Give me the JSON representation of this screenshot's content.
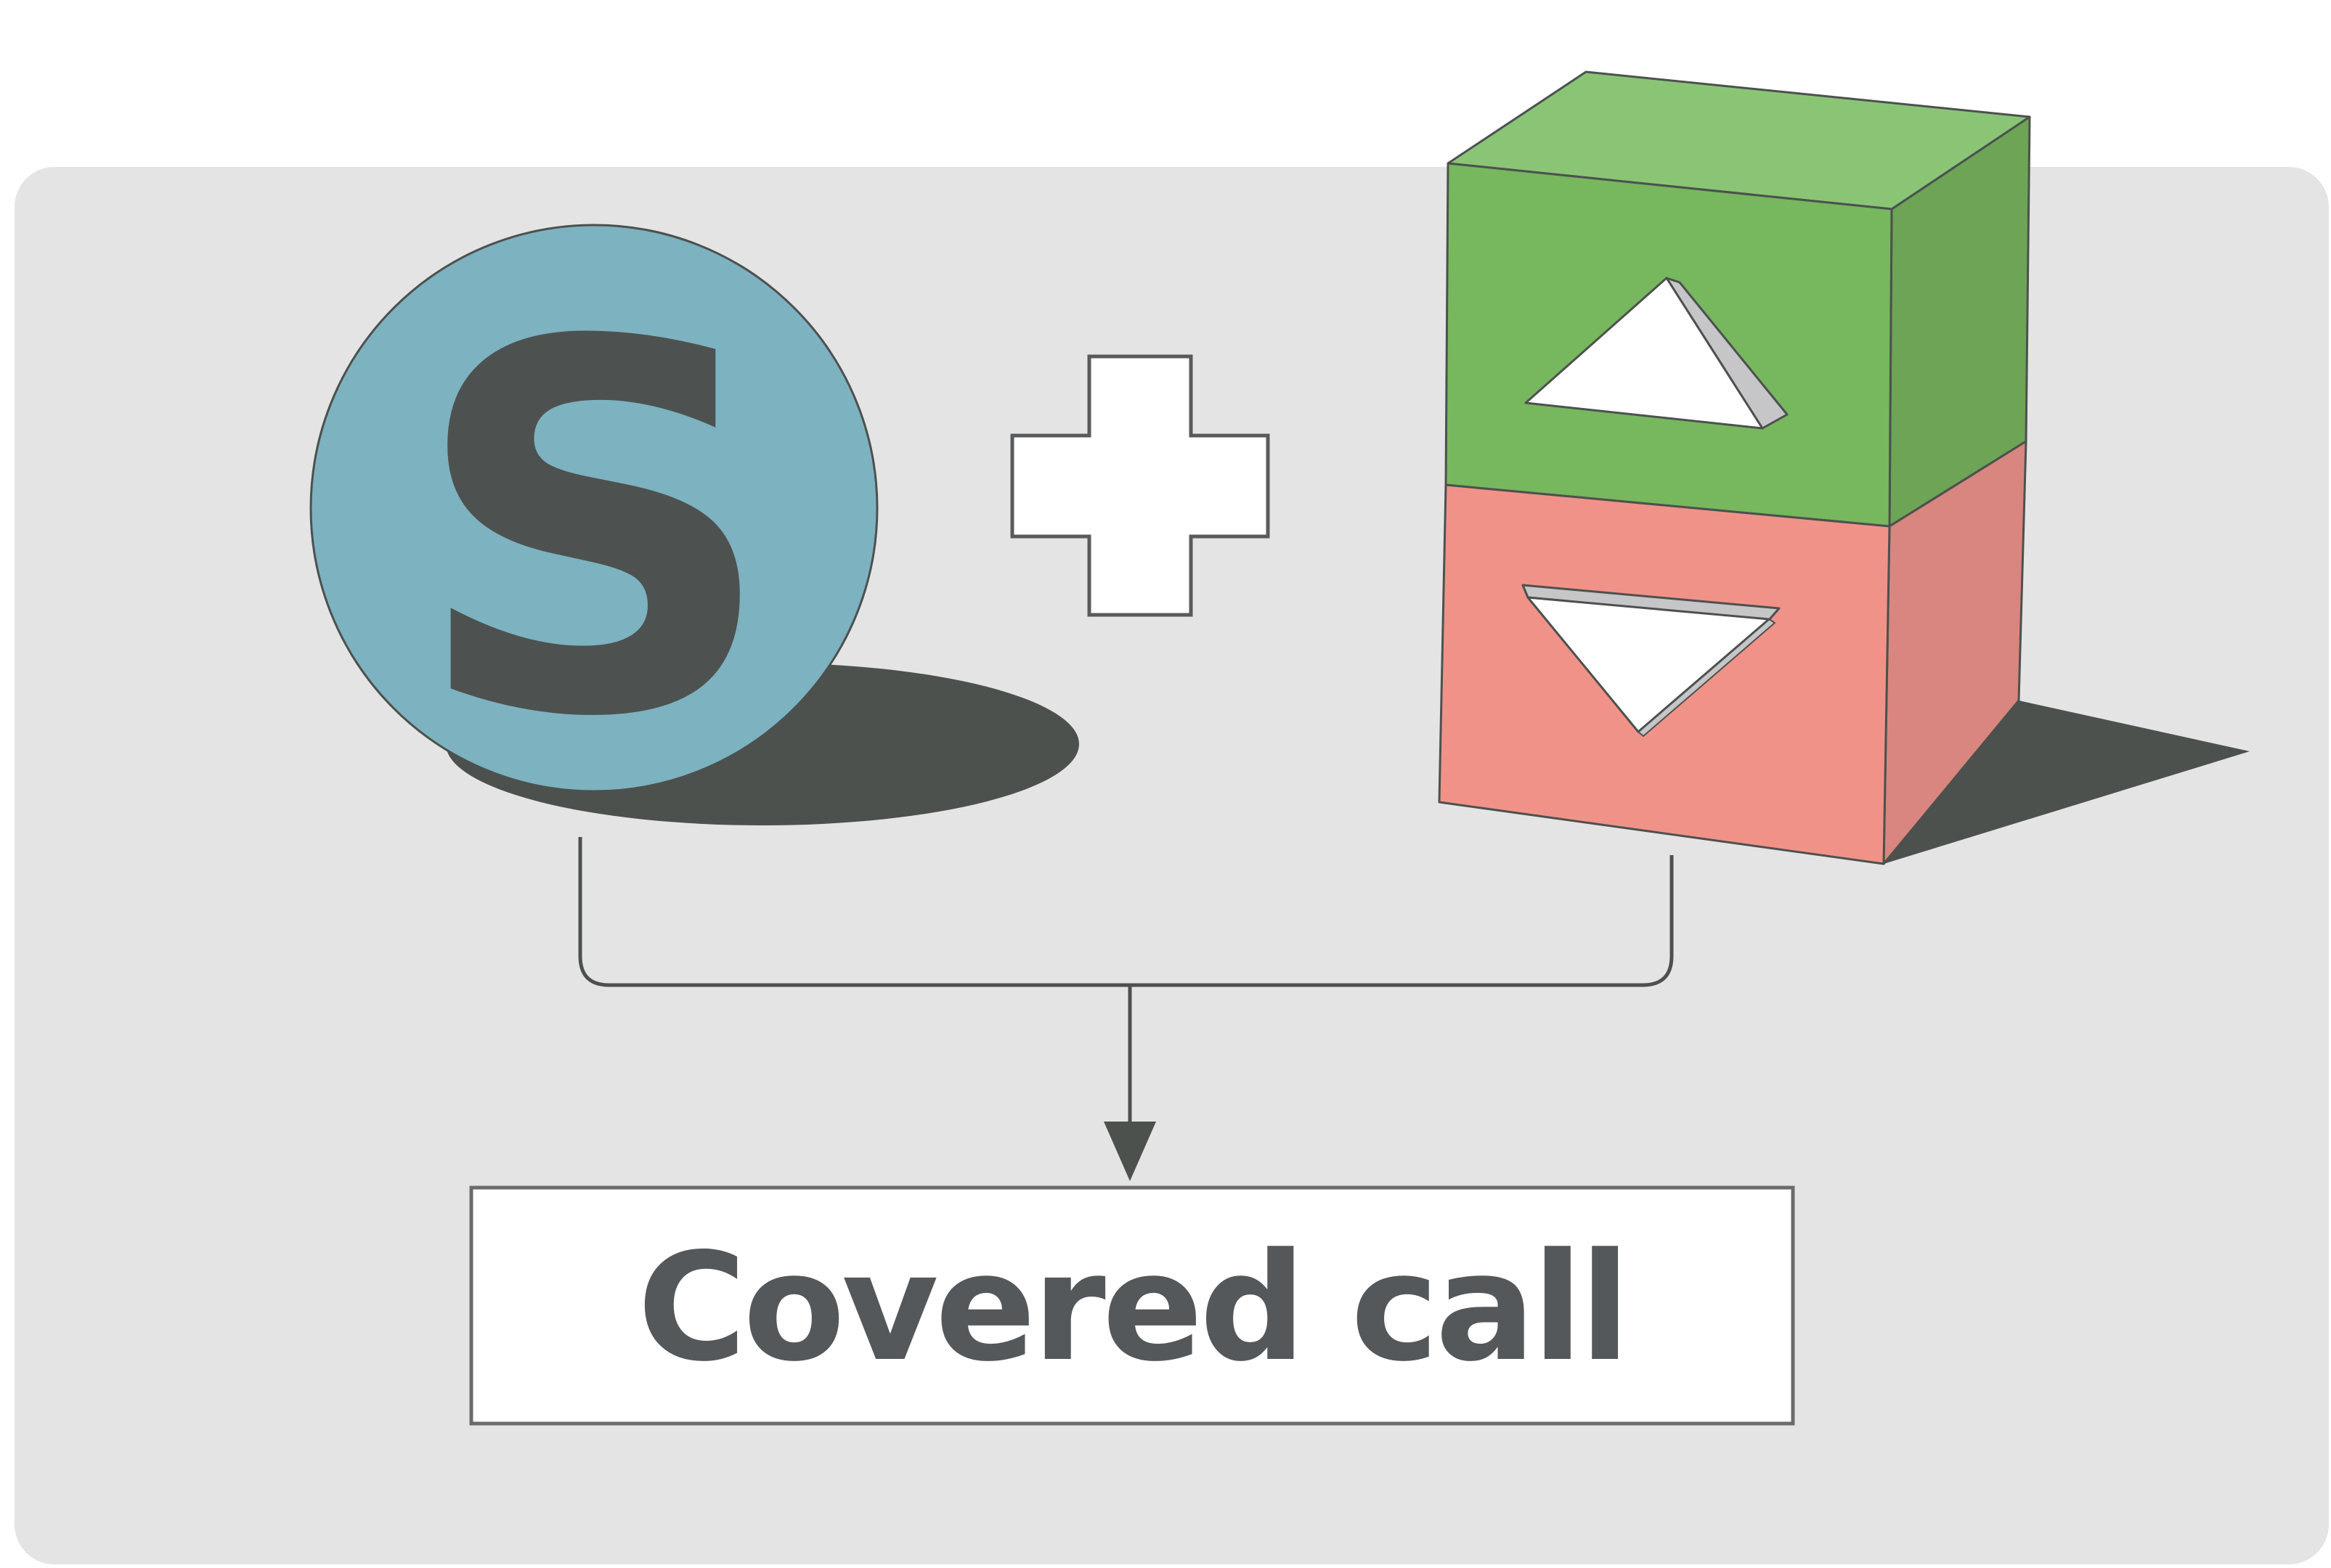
{
  "figure": {
    "stock": {
      "symbol": "S"
    },
    "operator": "plus",
    "result": {
      "label": "Covered call"
    }
  },
  "icons": {
    "stock": "stock-sphere-icon",
    "operator": "plus-icon",
    "option_up": "triangle-up-icon",
    "option_down": "triangle-down-icon"
  },
  "colors": {
    "page_bg": "#ffffff",
    "panel_bg": "#e4e4e5",
    "line": "#4c514e",
    "shadow": "#4c514e",
    "stock_circle": "#7db2c0",
    "stock_letter": "#4d5250",
    "plus_fill": "#ffffff",
    "plus_stroke": "#595a5c",
    "box_top_green": "#8ac576",
    "box_front_green": "#77b75e",
    "box_side_green": "#6da455",
    "box_front_red": "#f19289",
    "box_side_red": "#d8867f",
    "cut_gray": "#c6c6c8",
    "cut_white": "#ffffff",
    "result_bg": "#ffffff",
    "result_border": "#6b6b6b",
    "result_text": "#54585a"
  }
}
